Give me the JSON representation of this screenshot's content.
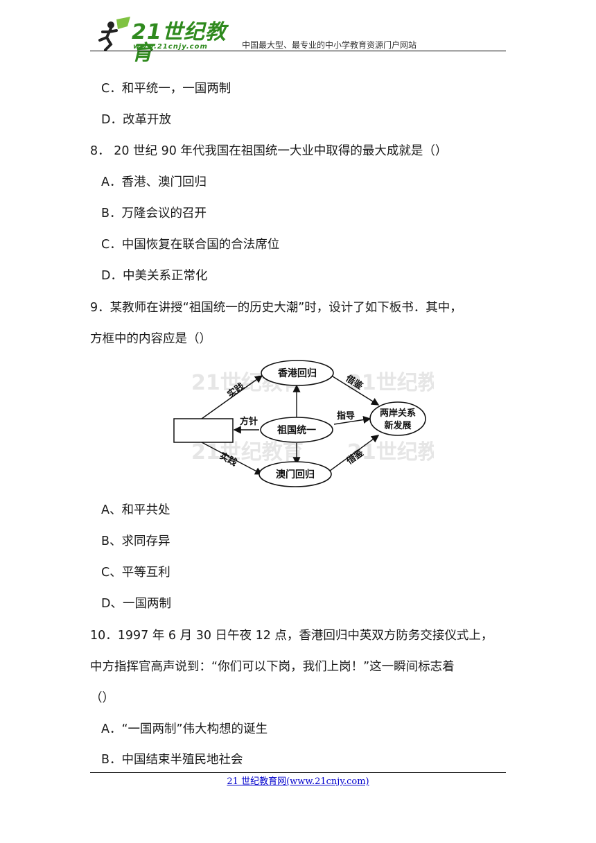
{
  "header": {
    "logo_text": "21世纪教育",
    "logo_url": "www.21cnjy.com",
    "tagline": "中国最大型、最专业的中小学教育资源门户网站"
  },
  "lines": [
    "C．和平统一，一国两制",
    "D．改革开放",
    "8．  20 世纪 90 年代我国在祖国统一大业中取得的最大成就是（）",
    "A．香港、澳门回归",
    "B．万隆会议的召开",
    "C．中国恢复在联合国的合法席位",
    "D．中美关系正常化",
    "9．某教师在讲授“祖国统一的历史大潮”时，设计了如下板书．其中，",
    "方框中的内容应是（）",
    "A、和平共处",
    "B、求同存异",
    "C、平等互利",
    "D、一国两制",
    "10．1997 年 6 月 30 日午夜 12 点，香港回归中英双方防务交接仪式上，",
    "中方指挥官高声说到：“你们可以下岗，我们上岗！”这一瞬间标志着",
    "（）",
    "A．“一国两制”伟大构想的诞生",
    "B．中国结束半殖民地社会"
  ],
  "diagram": {
    "nodes": {
      "hongkong": "香港回归",
      "center": "祖国统一",
      "macau": "澳门回归",
      "cross_strait_1": "两岸关系",
      "cross_strait_2": "新发展"
    },
    "edges": {
      "practice_top": "实践",
      "practice_bottom": "实践",
      "policy": "方针",
      "guide": "指导",
      "reference_top": "借鉴",
      "reference_bottom": "借鉴"
    },
    "watermark": "21世纪教育"
  },
  "footer": {
    "link_text": "21 世纪教育网(www.21cnjy.com)"
  }
}
